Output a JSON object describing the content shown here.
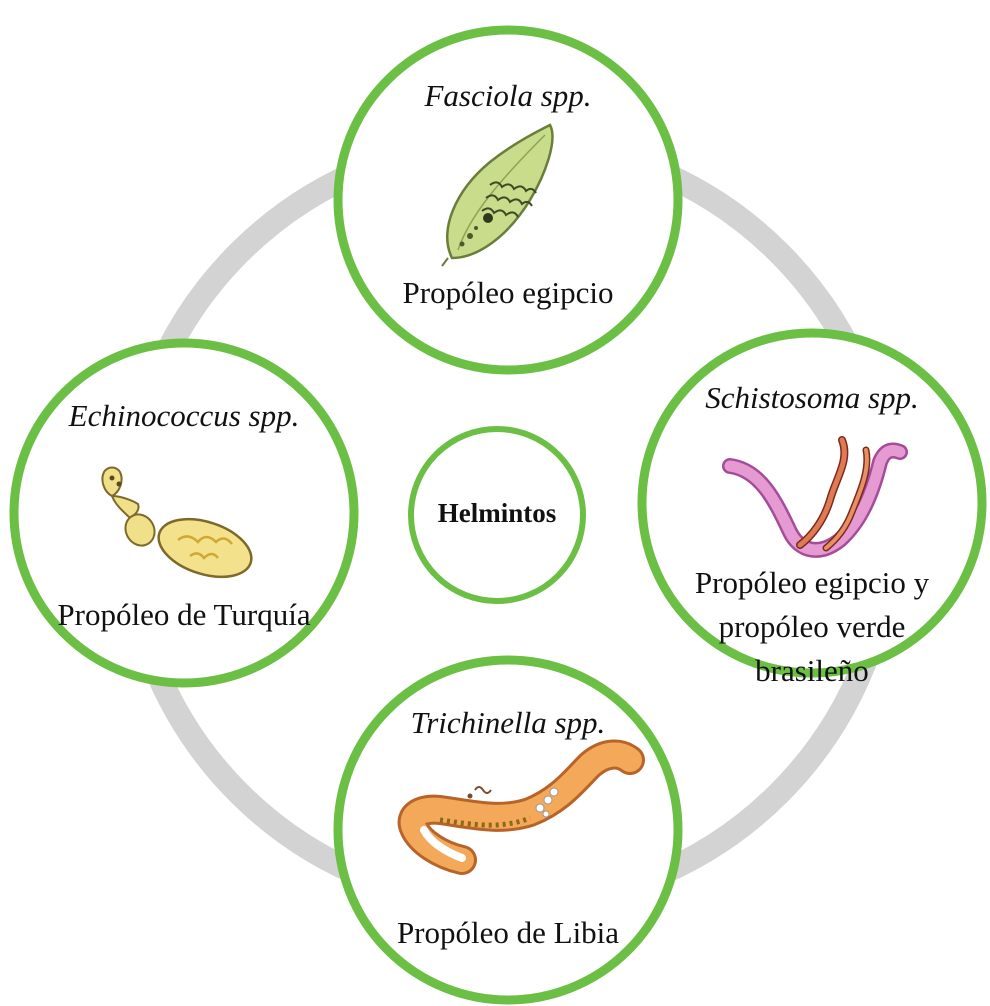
{
  "center": {
    "label": "Helmintos"
  },
  "nodes": {
    "top": {
      "organism": "Fasciola spp.",
      "source": "Propóleo egipcio",
      "icon": "fasciola-fluke-icon"
    },
    "left": {
      "organism": "Echinococcus spp.",
      "source": "Propóleo de Turquía",
      "icon": "echinococcus-tapeworm-icon"
    },
    "right": {
      "organism": "Schistosoma spp.",
      "source_lines": [
        "Propóleo egipcio y",
        "propóleo verde",
        "brasileño"
      ],
      "icon": "schistosoma-worm-pair-icon"
    },
    "bottom": {
      "organism": "Trichinella spp.",
      "source": "Propóleo de Libia",
      "icon": "trichinella-worm-icon"
    }
  },
  "colors": {
    "ring": "#d3d3d3",
    "node_border": "#6cbf45",
    "center_border": "#6cbf45",
    "node_fill": "#ffffff"
  }
}
